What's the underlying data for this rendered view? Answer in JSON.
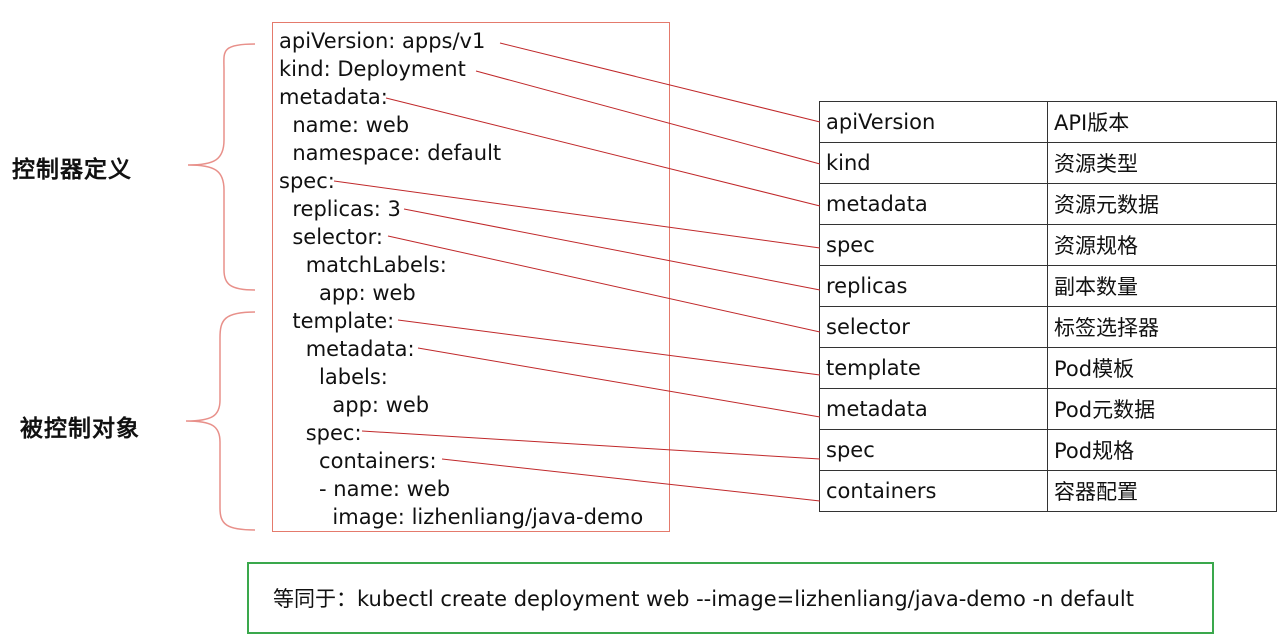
{
  "groups": {
    "controller_definition": "控制器定义",
    "controlled_object": "被控制对象"
  },
  "yaml_lines": [
    "apiVersion: apps/v1",
    "kind: Deployment",
    "metadata:",
    "  name: web",
    "  namespace: default",
    "spec:",
    "  replicas: 3",
    "  selector:",
    "    matchLabels:",
    "      app: web",
    "  template:",
    "    metadata:",
    "      labels:",
    "        app: web",
    "    spec:",
    "      containers:",
    "      - name: web",
    "        image: lizhenliang/java-demo"
  ],
  "fields": [
    {
      "key": "apiVersion",
      "desc": "API版本"
    },
    {
      "key": "kind",
      "desc": "资源类型"
    },
    {
      "key": "metadata",
      "desc": "资源元数据"
    },
    {
      "key": "spec",
      "desc": "资源规格"
    },
    {
      "key": "replicas",
      "desc": "副本数量"
    },
    {
      "key": "selector",
      "desc": "标签选择器"
    },
    {
      "key": "template",
      "desc": "Pod模板"
    },
    {
      "key": "metadata",
      "desc": "Pod元数据"
    },
    {
      "key": "spec",
      "desc": "Pod规格"
    },
    {
      "key": "containers",
      "desc": "容器配置"
    }
  ],
  "command": "等同于：kubectl create deployment web --image=lizhenliang/java-demo -n default",
  "colors": {
    "bracket": "#e8908a",
    "connector": "#c0282a",
    "yaml_border": "#e47a6c",
    "command_border": "#3aa84c"
  }
}
